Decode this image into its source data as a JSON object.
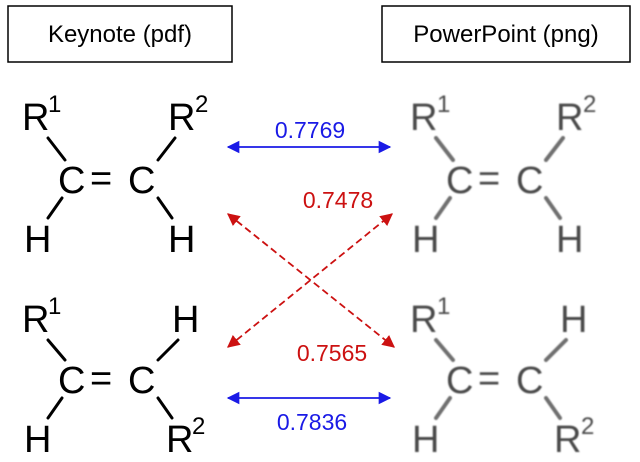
{
  "headers": {
    "left": "Keynote (pdf)",
    "right": "PowerPoint (png)"
  },
  "atoms": {
    "R": "R",
    "C": "C",
    "H": "H",
    "sup1": "1",
    "sup2": "2",
    "double_bond": "="
  },
  "scores": {
    "top_pair": "0.7769",
    "cross_top": "0.7478",
    "cross_bottom": "0.7565",
    "bottom_pair": "0.7836"
  },
  "colors": {
    "blue": "#1a1ae6",
    "red": "#cc1111",
    "keynote": "#000000",
    "powerpoint": "#4a4a4a"
  }
}
